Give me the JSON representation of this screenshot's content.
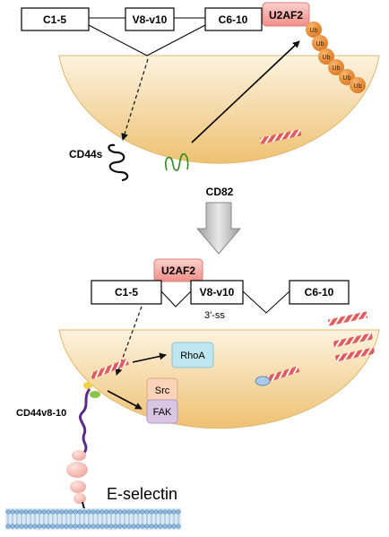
{
  "top_panel": {
    "exon_left": "C1-5",
    "exon_middle": "V8-v10",
    "exon_right": "C6-10",
    "splice_factor": "U2AF2",
    "ubiquitin_tag": "Ub",
    "isoform_label": "CD44s",
    "tetraspanin_label": "CD82"
  },
  "bottom_panel": {
    "splice_factor": "U2AF2",
    "exon_left": "C1-5",
    "exon_middle": "V8-v10",
    "exon_right": "C6-10",
    "splice_site_label": "3′-ss",
    "rhoa_label": "RhoA",
    "src_label": "Src",
    "fak_label": "FAK",
    "isoform_label": "CD44v8-10",
    "ligand_label": "E-selectin"
  },
  "colors": {
    "cell_fill_light": "#fbeed2",
    "cell_fill_dark": "#f1c878",
    "u2af2_fill": "#f4a9a4",
    "ub_fill": "#e98a2c",
    "rhoa_fill": "#bfe6ee",
    "src_fill": "#f9d2b8",
    "fak_fill": "#d8c6e2",
    "cd82_stroke": "#2e8b1f",
    "cd44v_stroke": "#5b2b8a",
    "bead_fill": "#f6c2bb",
    "membrane_fill": "#a9cbe9",
    "actin_fill": "#e05555"
  }
}
